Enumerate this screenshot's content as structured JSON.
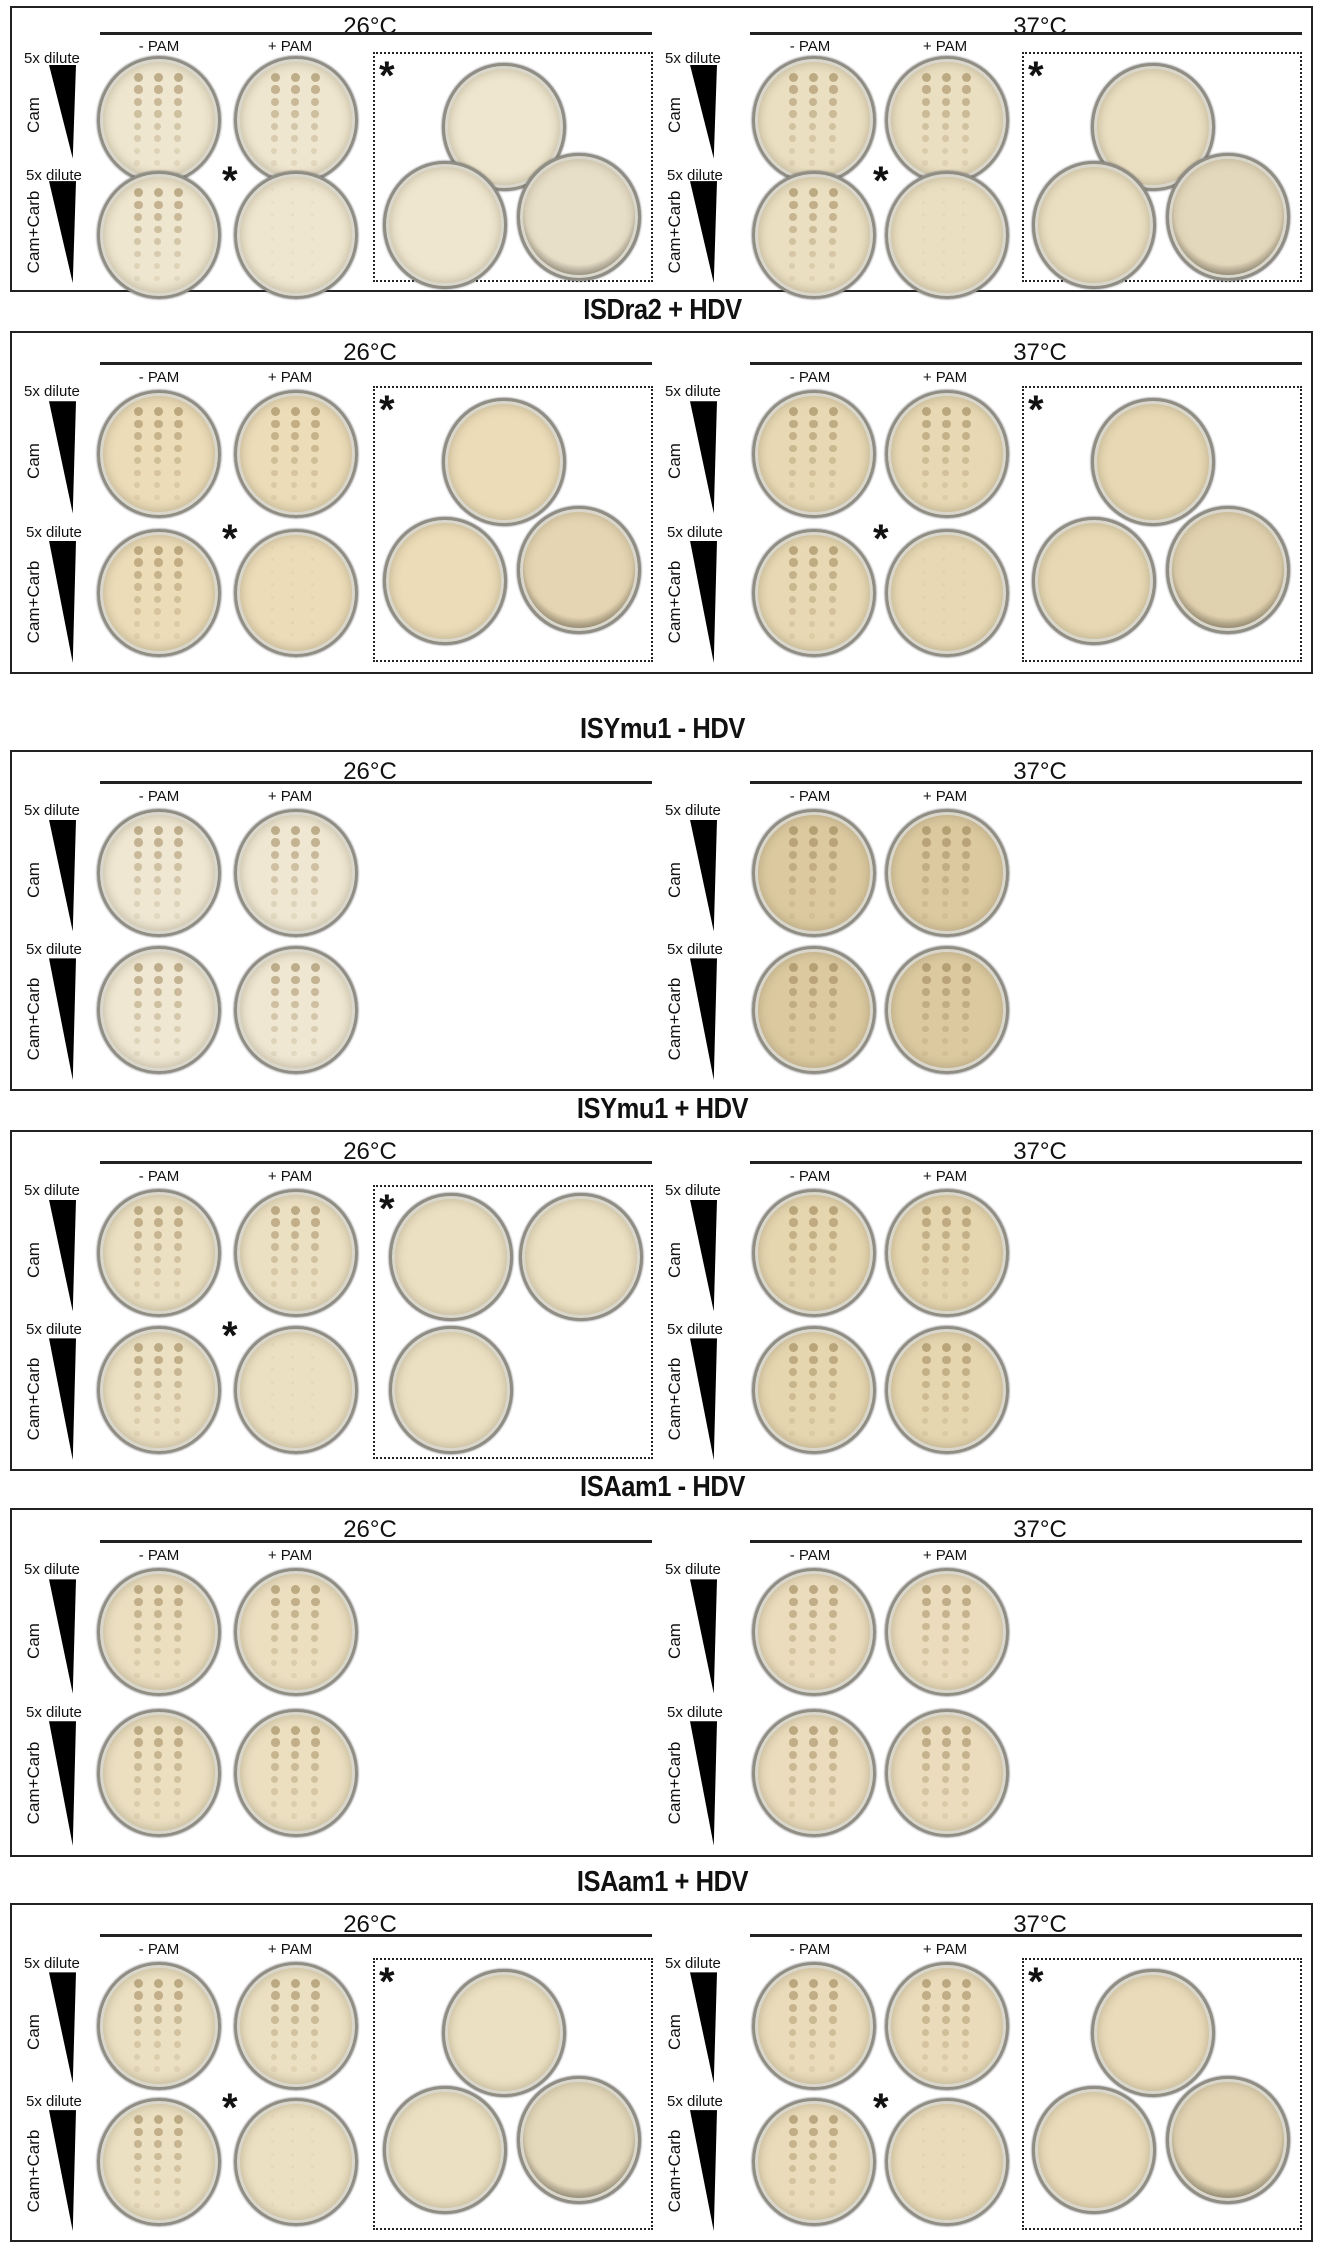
{
  "labels": {
    "minus_pam": "- PAM",
    "plus_pam": "+ PAM",
    "dilution": "5x dilute",
    "row_cam": "Cam",
    "row_cam_carb": "Cam+Carb",
    "asterisk": "*"
  },
  "panels": [
    {
      "title": "ISDra2 - HDV",
      "halves": [
        {
          "temp": "26°C",
          "box": "triple",
          "plate_asterisk": true,
          "tint": "#efe6cf"
        },
        {
          "temp": "37°C",
          "box": "triple",
          "plate_asterisk": true,
          "tint": "#ebdfc2"
        }
      ]
    },
    {
      "title": "ISDra2 + HDV",
      "halves": [
        {
          "temp": "26°C",
          "box": "triple",
          "plate_asterisk": true,
          "tint": "#ecdcb8"
        },
        {
          "temp": "37°C",
          "box": "triple",
          "plate_asterisk": true,
          "tint": "#e8d9b4"
        }
      ]
    },
    {
      "title": "ISYmu1 - HDV",
      "halves": [
        {
          "temp": "26°C",
          "box": "none",
          "plate_asterisk": false,
          "tint": "#efe7d2"
        },
        {
          "temp": "37°C",
          "box": "none",
          "plate_asterisk": false,
          "tint": "#dcc9a0"
        }
      ]
    },
    {
      "title": "ISYmu1 + HDV",
      "halves": [
        {
          "temp": "26°C",
          "box": "pair",
          "plate_asterisk": true,
          "tint": "#ece0c3"
        },
        {
          "temp": "37°C",
          "box": "none",
          "plate_asterisk": false,
          "tint": "#e6d6b0"
        }
      ]
    },
    {
      "title": "ISAam1 - HDV",
      "halves": [
        {
          "temp": "26°C",
          "box": "none",
          "plate_asterisk": false,
          "tint": "#ebdfc0"
        },
        {
          "temp": "37°C",
          "box": "none",
          "plate_asterisk": false,
          "tint": "#eadcbc"
        }
      ]
    },
    {
      "title": "ISAam1 + HDV",
      "halves": [
        {
          "temp": "26°C",
          "box": "triple",
          "plate_asterisk": true,
          "tint": "#ece0c2"
        },
        {
          "temp": "37°C",
          "box": "triple",
          "plate_asterisk": true,
          "tint": "#eadcba"
        }
      ]
    }
  ]
}
